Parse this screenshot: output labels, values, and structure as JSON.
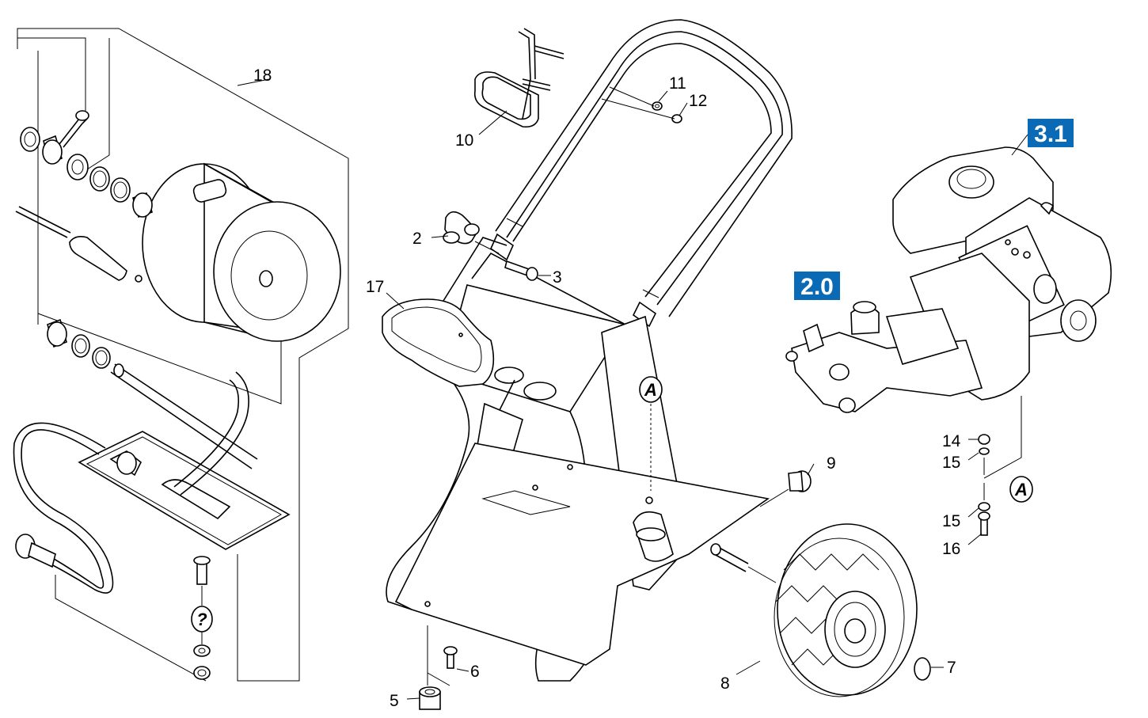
{
  "colors": {
    "badge": "#0a6ab5",
    "line": "#000000",
    "background": "#ffffff"
  },
  "labels": {
    "p2": "2",
    "p3": "3",
    "p5": "5",
    "p6": "6",
    "p7": "7",
    "p8": "8",
    "p9": "9",
    "p10": "10",
    "p11": "11",
    "p12": "12",
    "p14": "14",
    "p15a": "15",
    "p15b": "15",
    "p16": "16",
    "p17": "17",
    "p18": "18"
  },
  "badges": {
    "engine": "3.1",
    "pump": "2.0"
  },
  "refs": {
    "a1": "A",
    "a2": "A",
    "q": "?"
  }
}
